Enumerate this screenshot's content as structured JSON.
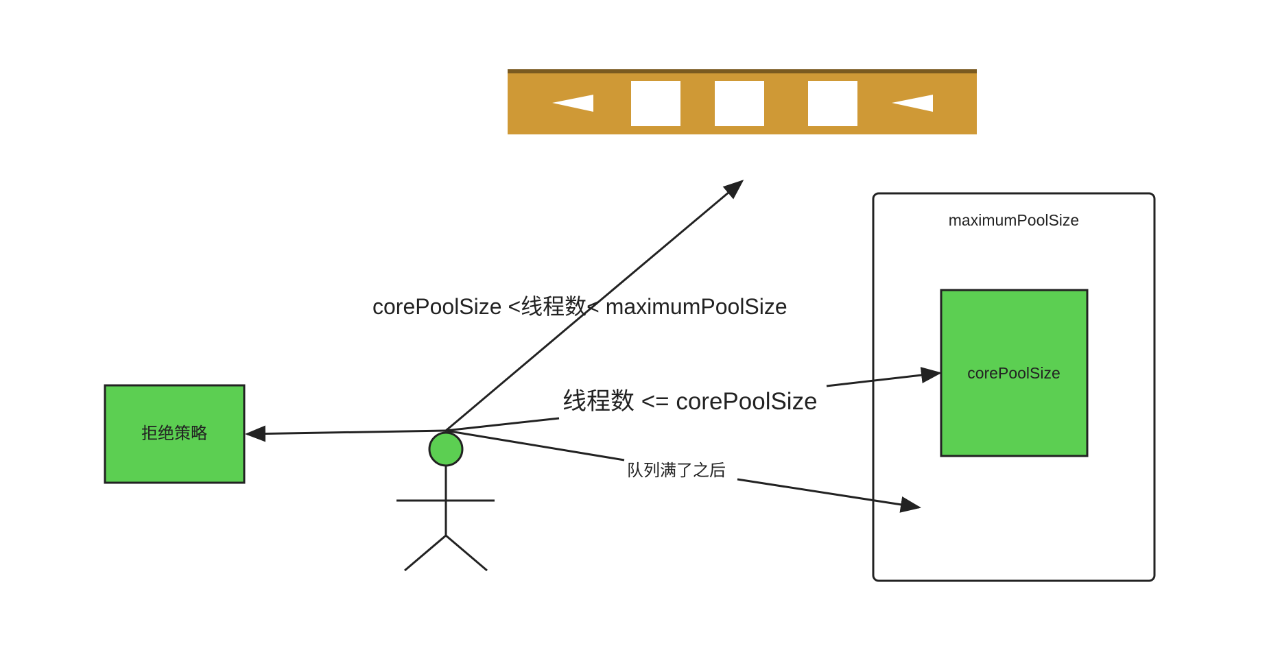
{
  "colors": {
    "background": "#ffffff",
    "stroke": "#222222",
    "green_fill": "#5ccf52",
    "queue_fill": "#cf9936",
    "queue_slot": "#ffffff"
  },
  "queue": {
    "icon": "task-queue-icon",
    "slots": 3,
    "arrows": 2
  },
  "nodes": {
    "reject": {
      "label": "拒绝策略"
    },
    "max_pool": {
      "label": "maximumPoolSize"
    },
    "core_pool": {
      "label": "corePoolSize"
    },
    "actor": {
      "icon": "stick-figure-icon"
    }
  },
  "edges": {
    "to_queue": {
      "label": "corePoolSize <线程数< maximumPoolSize"
    },
    "to_core": {
      "label": "线程数 <= corePoolSize"
    },
    "to_max": {
      "label": "队列满了之后"
    },
    "to_reject": {
      "label": ""
    }
  }
}
